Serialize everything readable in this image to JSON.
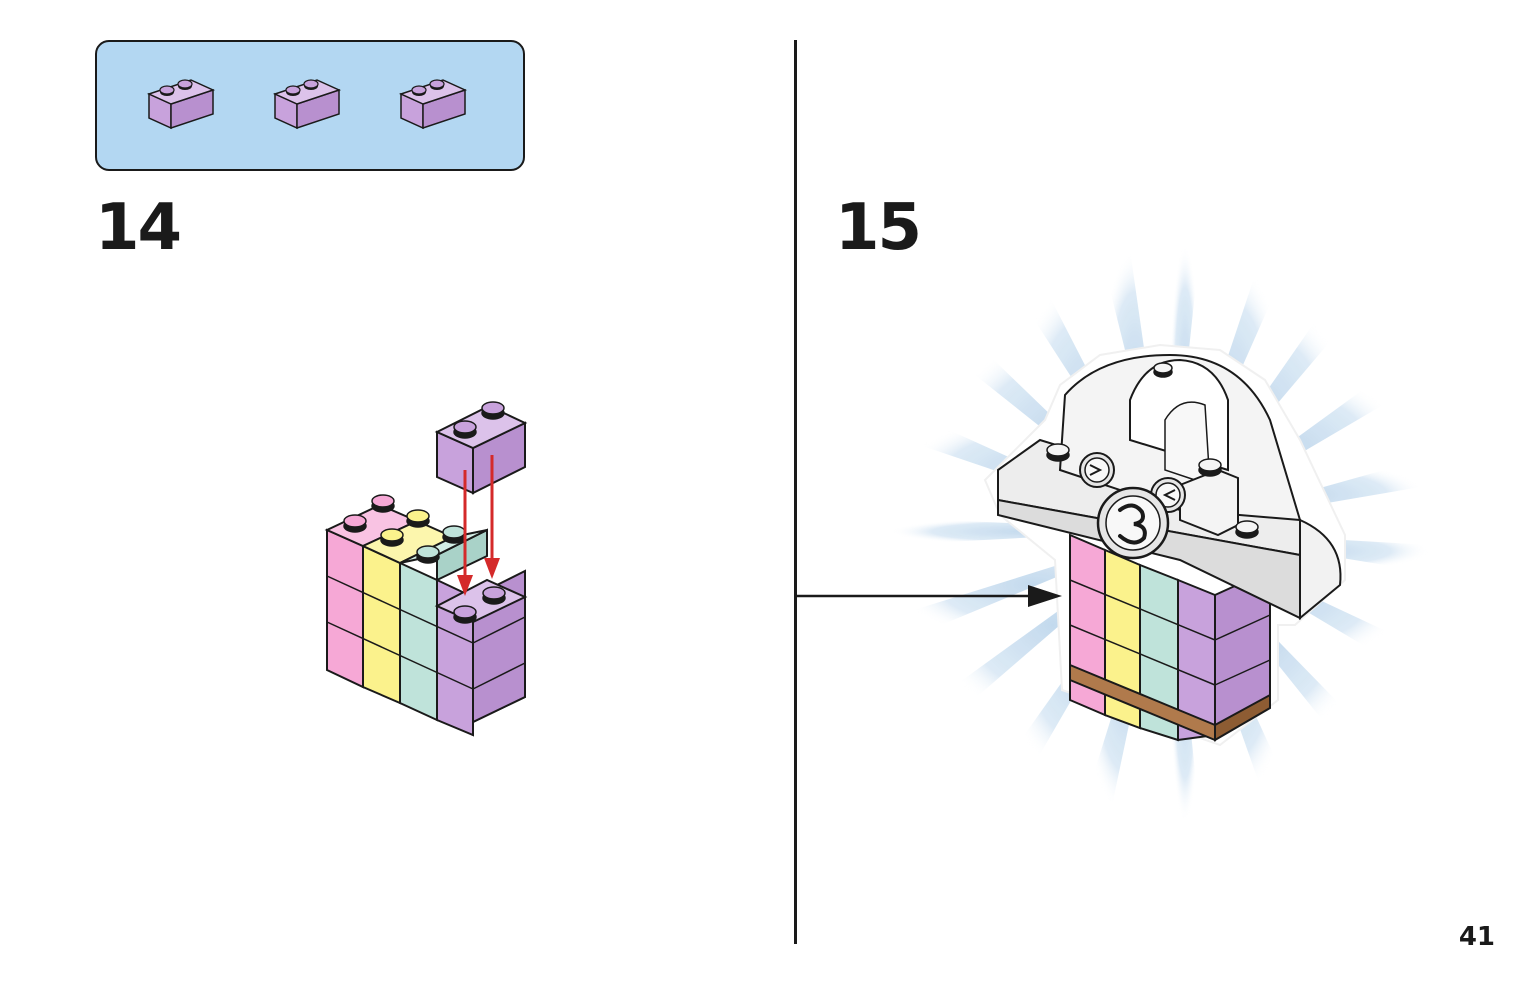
{
  "steps": [
    {
      "number": "14"
    },
    {
      "number": "15"
    }
  ],
  "page_number": "41",
  "parts_callout": {
    "items": [
      {
        "part": "brick-1x2",
        "color": "#c8a2dc",
        "quantity_shown": 3
      }
    ]
  },
  "brick_colors": {
    "pink": "#f6a8d6",
    "yellow": "#fbf28c",
    "mint": "#bfe3da",
    "lavender": "#c8a2dc",
    "brown": "#b07a4c",
    "white": "#f4f4f4"
  },
  "icons": [
    "parts-brick-icon",
    "red-arrow-icon",
    "black-arrow-icon",
    "rotate-3-icon"
  ]
}
